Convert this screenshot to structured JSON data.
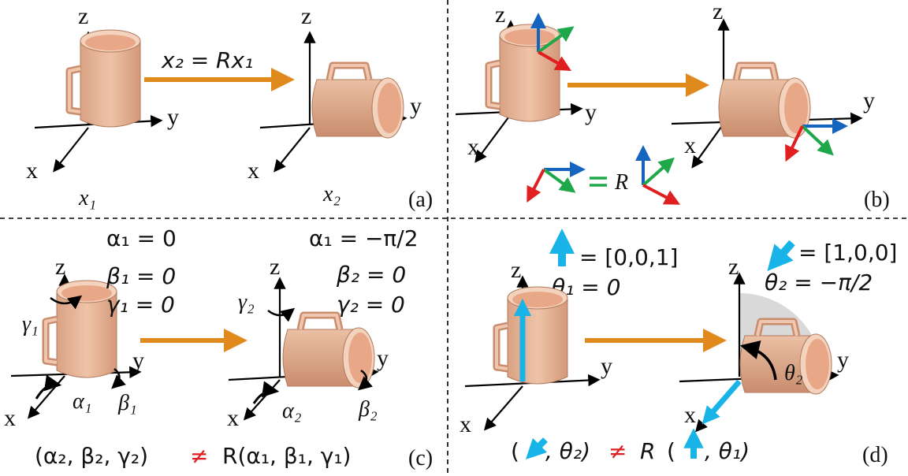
{
  "colors": {
    "orange": "#E08A1E",
    "red": "#E02020",
    "green": "#1FA84A",
    "blue": "#1565C0",
    "cyan": "#18B4E8",
    "mug": "#E8B79A",
    "mug_dark": "#C98D6E",
    "shade": "#D9D9D9"
  },
  "axes": {
    "x": "x",
    "y": "y",
    "z": "z"
  },
  "panel_a": {
    "label": "(a)",
    "equation": "x₂ = Rx₁",
    "x1_label": "x₁",
    "x2_label": "x₂"
  },
  "panel_b": {
    "label": "(b)",
    "R": "R"
  },
  "panel_c": {
    "label": "(c)",
    "left_alpha": "α₁ = 0",
    "left_beta": "β₁ = 0",
    "left_gamma": "γ₁ = 0",
    "right_alpha": "α₁ = −π/2",
    "right_beta": "β₂ = 0",
    "right_gamma": "γ₂ = 0",
    "gamma1": "γ₁",
    "alpha1": "α₁",
    "beta1": "β₁",
    "gamma2": "γ₂",
    "alpha2": "α₂",
    "beta2": "β₂",
    "bottom_lhs": "(α₂, β₂, γ₂)",
    "neq": "≠",
    "bottom_rhs": "R(α₁, β₁, γ₁)"
  },
  "panel_d": {
    "label": "(d)",
    "vec1": "= [0,0,1]",
    "theta1": "θ₁ = 0",
    "vec2": "= [1,0,0]",
    "theta2": "θ₂ = −π/2",
    "theta2_arc": "θ₂",
    "bottom_left_open": "(",
    "bottom_left_close": ", θ₂)",
    "neq": "≠",
    "R": "R",
    "bottom_right_open": "(",
    "bottom_right_close": ", θ₁)"
  }
}
